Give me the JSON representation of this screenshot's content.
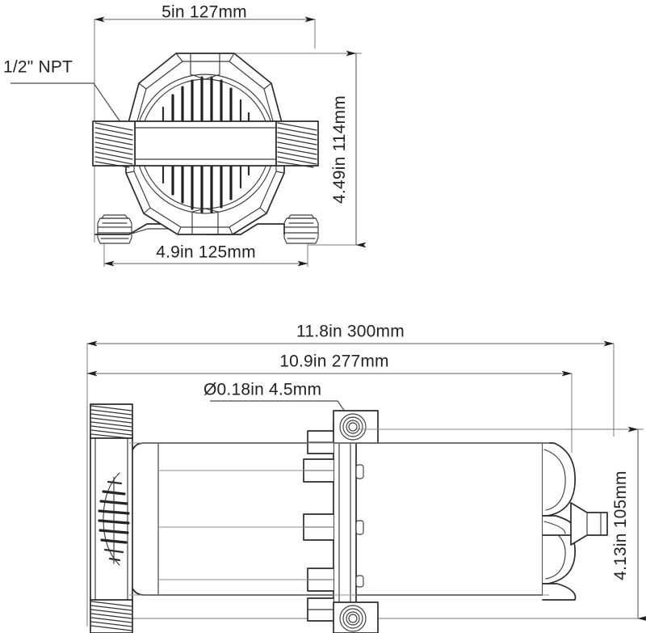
{
  "document": {
    "type": "engineering-dimension-drawing",
    "subject": "Water pressure pump",
    "views": [
      {
        "id": "front-view",
        "label": "Front / end view"
      },
      {
        "id": "side-view",
        "label": "Side / profile view"
      }
    ],
    "line_color": "#2b2b2b",
    "dimension_line_color": "#5d5d5d",
    "text_color": "#232323",
    "background_color": "#ffffff"
  },
  "front_view": {
    "dimensions": {
      "width_top": {
        "label": "5in 127mm",
        "value_in": 5,
        "value_mm": 127,
        "orientation": "horizontal",
        "position": "top"
      },
      "height_right": {
        "label": "4.49in 114mm",
        "value_in": 4.49,
        "value_mm": 114,
        "orientation": "vertical-rotated",
        "position": "right"
      },
      "width_bottom": {
        "label": "4.9in 125mm",
        "value_in": 4.9,
        "value_mm": 125,
        "orientation": "horizontal",
        "position": "bottom"
      }
    },
    "callouts": [
      {
        "id": "npt-port",
        "label": "1/2\" NPT",
        "description": "Threaded inlet / outlet port thread size"
      }
    ],
    "features": [
      "octagonal-housing",
      "circular-motor-face",
      "vertical-cooling-fins",
      "horizontal-through-port-bar",
      "left-threaded-port",
      "right-threaded-port",
      "two-mounting-feet"
    ]
  },
  "side_view": {
    "dimensions": {
      "overall_length": {
        "label": "11.8in 300mm",
        "value_in": 11.8,
        "value_mm": 300,
        "orientation": "horizontal",
        "position": "top-outer"
      },
      "body_length": {
        "label": "10.9in 277mm",
        "value_in": 10.9,
        "value_mm": 277,
        "orientation": "horizontal",
        "position": "top-inner"
      },
      "mounting_hole_diameter": {
        "label": "Ø0.18in 4.5mm",
        "value_in": 0.18,
        "value_mm": 4.5,
        "orientation": "leader-callout",
        "symbol": "diameter-symbol"
      },
      "overall_height": {
        "label": "4.13in 105mm",
        "value_in": 4.13,
        "value_mm": 105,
        "orientation": "vertical-rotated",
        "position": "right"
      }
    },
    "features": [
      "left-vertical-manifold",
      "upper-male-thread",
      "lower-male-thread",
      "pressure-switch-fins",
      "cylindrical-motor-body",
      "vertical-mounting-bracket",
      "bracket-tabs",
      "top-mounting-screw",
      "bottom-mounting-screw",
      "rear-cooling-fin-loops",
      "cable-gland-stub"
    ]
  }
}
